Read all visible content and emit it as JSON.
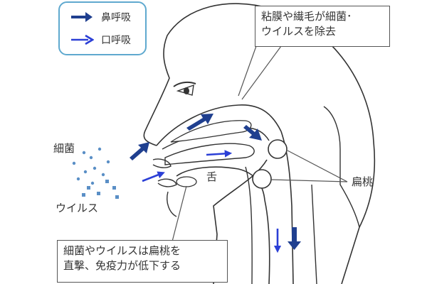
{
  "legend": {
    "nose_breathing": "鼻呼吸",
    "mouth_breathing": "口呼吸"
  },
  "labels": {
    "bacteria": "細菌",
    "virus": "ウイルス",
    "tongue": "舌",
    "tonsil": "扁桃"
  },
  "callouts": {
    "mucosa_line1": "粘膜や繊毛が細菌･",
    "mucosa_line2": "ウイルスを除去",
    "tonsil_line1": "細菌やウイルスは扁桃を",
    "tonsil_line2": "直撃、免疫力が低下する"
  },
  "colors": {
    "nose_arrow": "#1f3f8f",
    "mouth_arrow": "#2b3fd6",
    "particles": "#5a8fc6",
    "legend_border": "#5fa9cf",
    "outline": "#333333"
  }
}
